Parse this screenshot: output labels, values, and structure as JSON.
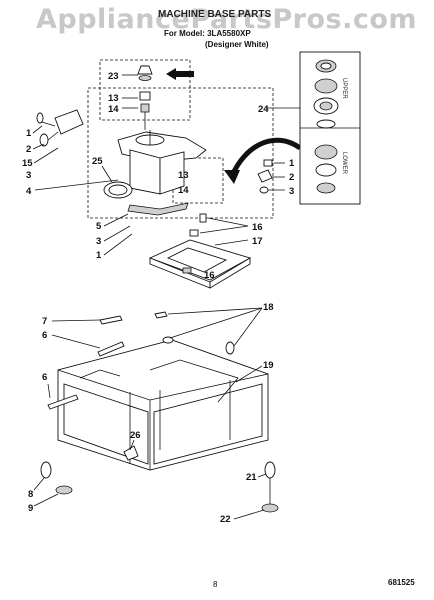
{
  "header": {
    "watermark": "AppliancePartsPros.com",
    "title": "MACHINE BASE PARTS",
    "model_line": "For Model: 3LA5580XP",
    "color_line": "(Designer White)"
  },
  "side_labels": {
    "upper": "UPPER",
    "lower": "LOWER"
  },
  "callouts": {
    "c23": "23",
    "c13a": "13",
    "c14a": "14",
    "c24": "24",
    "c1a": "1",
    "c2a": "2",
    "c15": "15",
    "c3a": "3",
    "c4": "4",
    "c25": "25",
    "c13b": "13",
    "c14b": "14",
    "c1b": "1",
    "c2b": "2",
    "c3b": "3",
    "c5": "5",
    "c3c": "3",
    "c1c": "1",
    "c16a": "16",
    "c17": "17",
    "c16b": "16",
    "c7": "7",
    "c6a": "6",
    "c18": "18",
    "c19": "19",
    "c6b": "6",
    "c26": "26",
    "c8": "8",
    "c9": "9",
    "c21": "21",
    "c22": "22"
  },
  "footer": {
    "page": "8",
    "code": "681525"
  },
  "colors": {
    "ink": "#111111",
    "watermark": "#c8c8c8",
    "background": "#ffffff"
  }
}
